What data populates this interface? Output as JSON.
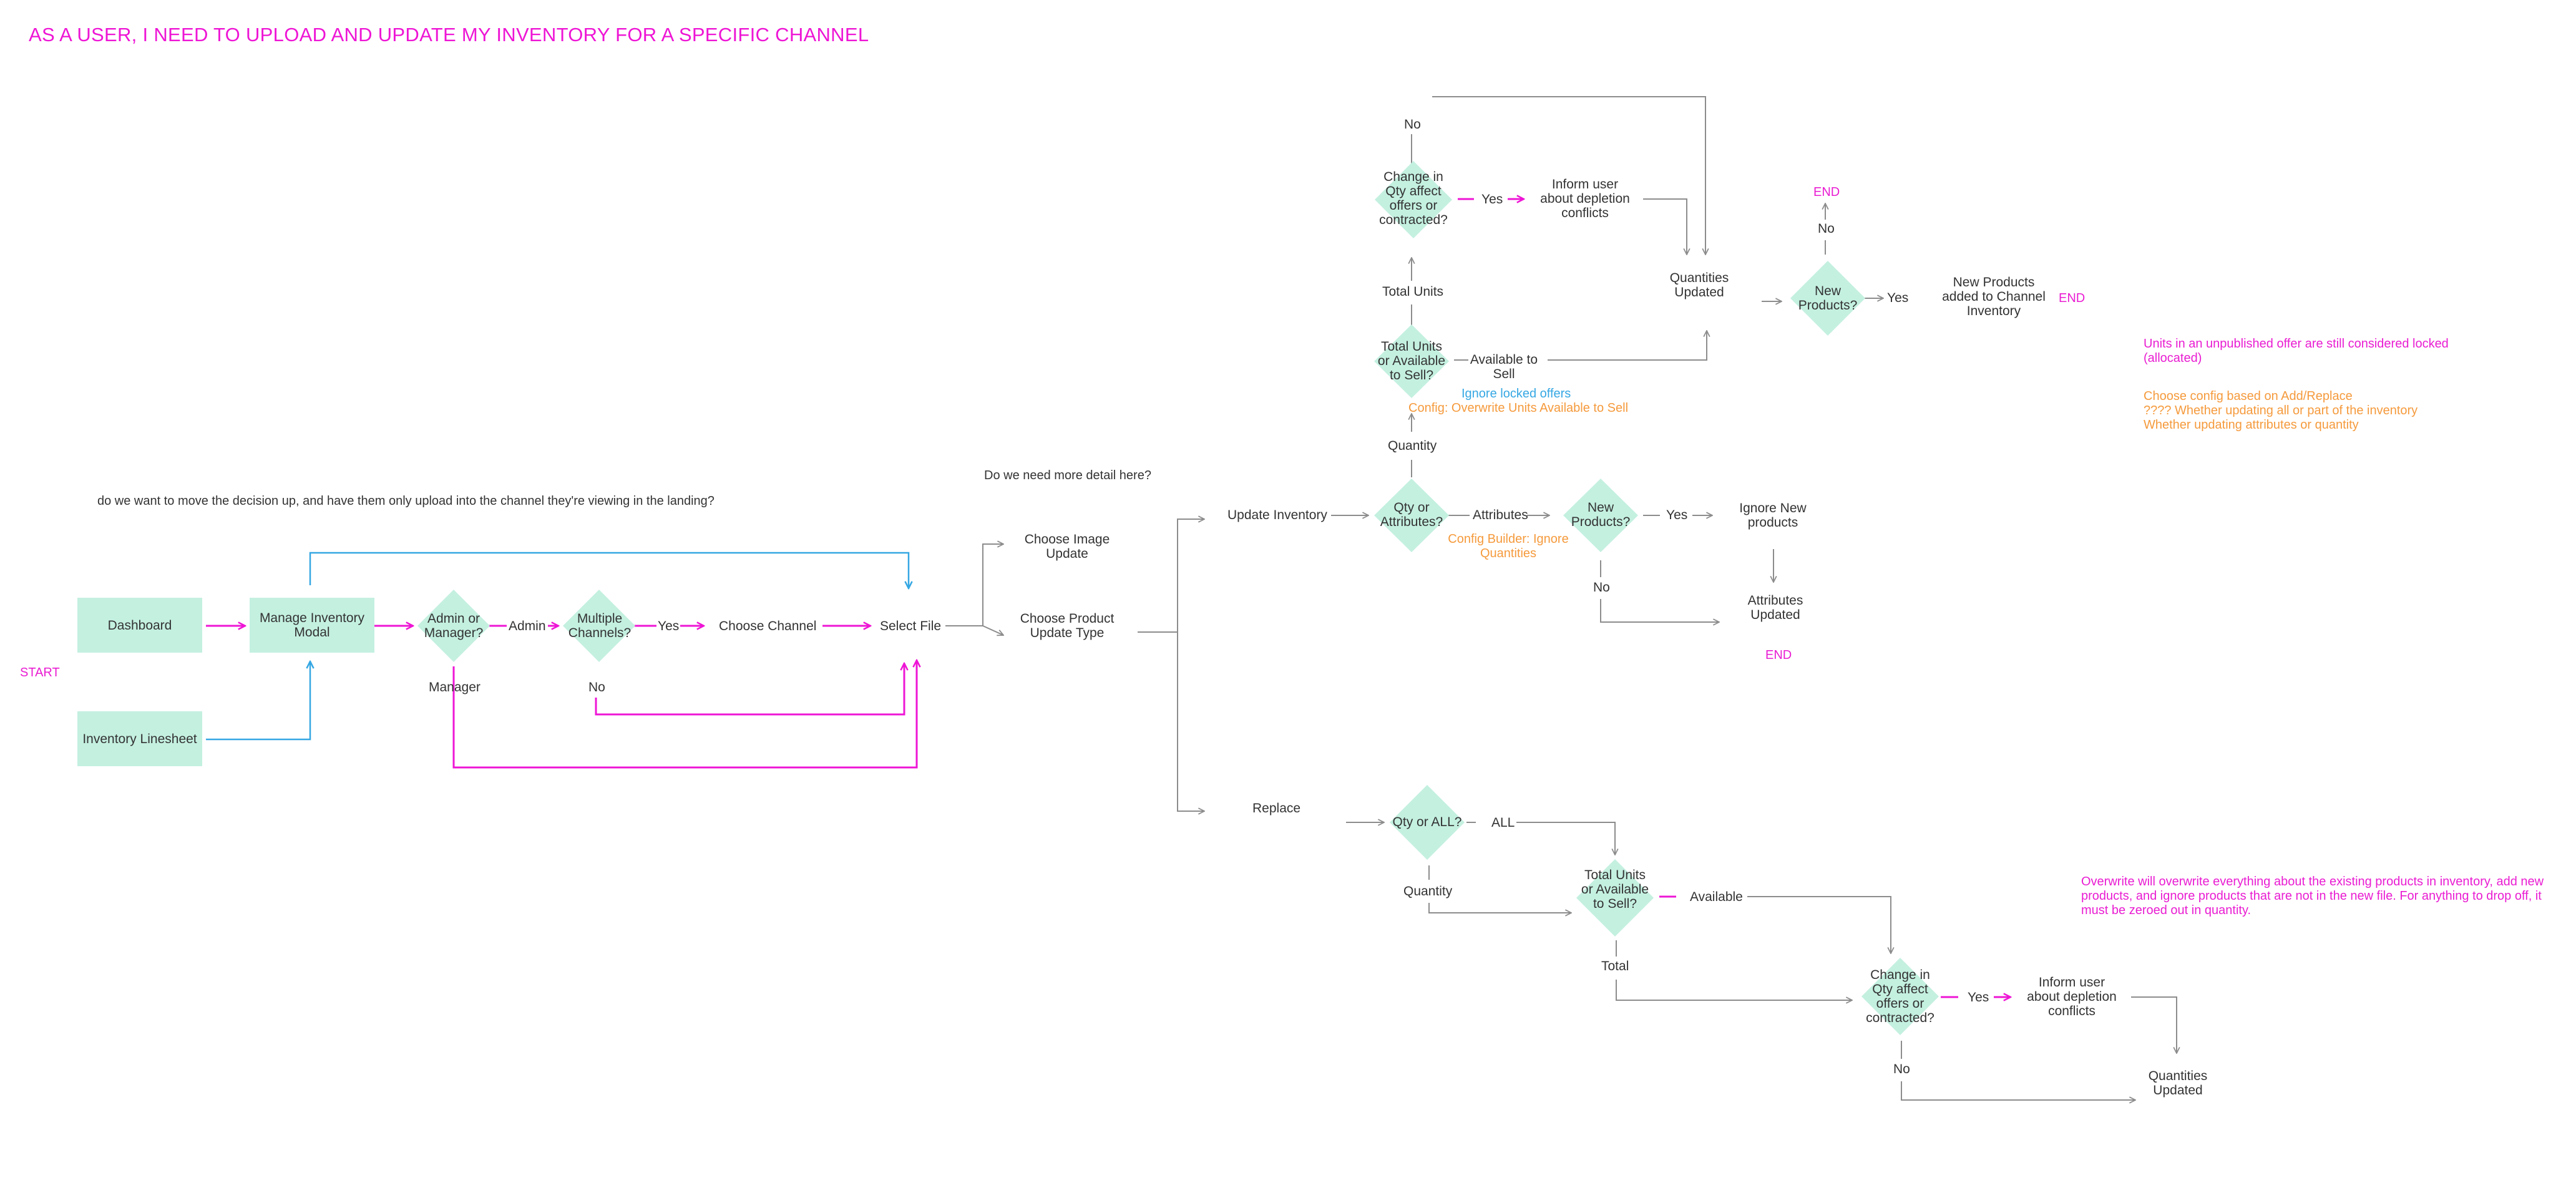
{
  "title": "AS A USER, I NEED TO UPLOAD AND UPDATE MY INVENTORY FOR A SPECIFIC CHANNEL",
  "colors": {
    "magenta": "#ee15d5",
    "blue": "#35a7e3",
    "orange": "#f59a3c",
    "grey_line": "#8c8c8c",
    "node_fill": "#c4f0e0",
    "text": "#333333"
  },
  "notes": {
    "decision_question": "do we want to move the decision up, and have them only upload into the channel they're viewing in the landing?",
    "detail_question": "Do we need more detail here?"
  },
  "start_label": "START",
  "nodes": {
    "dashboard": "Dashboard",
    "inventory_linesheet": "Inventory Linesheet",
    "manage_inventory_modal": "Manage Inventory Modal",
    "admin_or_manager": "Admin or Manager?",
    "multiple_channels": "Multiple Channels?",
    "choose_channel": "Choose Channel",
    "select_file": "Select File",
    "choose_image_update": "Choose Image Update",
    "choose_product_update_type": "Choose Product Update Type",
    "update_inventory": "Update Inventory",
    "replace": "Replace",
    "qty_or_attributes": "Qty or Attributes?",
    "new_products_attr": "New Products?",
    "ignore_new_products": "Ignore New products",
    "attributes_updated": "Attributes Updated",
    "total_or_available_top": "Total Units or Available to Sell?",
    "change_qty_top": "Change in Qty affect offers or contracted?",
    "inform_user_top": "Inform user about depletion conflicts",
    "quantities_updated_top": "Quantities Updated",
    "new_products_top": "New Products?",
    "new_products_added": "New Products added to Channel Inventory",
    "qty_or_all": "Qty or ALL?",
    "total_or_available_bottom": "Total Units or Available to Sell?",
    "change_qty_bottom": "Change in Qty affect offers or contracted?",
    "inform_user_bottom": "Inform user about depletion conflicts",
    "quantities_updated_bottom": "Quantities Updated"
  },
  "edge_labels": {
    "admin": "Admin",
    "manager": "Manager",
    "yes_channels": "Yes",
    "no_channels": "No",
    "quantity": "Quantity",
    "attributes": "Attributes",
    "yes_new_attr": "Yes",
    "no_new_attr": "No",
    "total_units": "Total Units",
    "available_to_sell": "Available to Sell",
    "yes_change_top": "Yes",
    "no_change_top": "No",
    "yes_new_top": "Yes",
    "no_new_top": "No",
    "all": "ALL",
    "quantity_replace": "Quantity",
    "available": "Available",
    "total": "Total",
    "yes_change_bottom": "Yes",
    "no_change_bottom": "No"
  },
  "annotations": {
    "ignore_locked_offers": "Ignore locked offers",
    "config_overwrite": "Config: Overwrite Units Available to Sell",
    "config_builder_ignore": "Config Builder: Ignore Quantities",
    "end_attributes": "END",
    "end_top": "END",
    "end_new_products": "END",
    "units_unpublished": "Units in an unpublished offer are still considered locked (allocated)",
    "choose_config": "Choose config based on Add/Replace",
    "whether_updating_all": "???? Whether updating all or part of the inventory",
    "whether_updating_attrs": "Whether updating attributes or quantity",
    "overwrite_note": "Overwrite will overwrite everything about the existing products in inventory, add new products, and ignore products that are not in the new file. For anything to drop off, it must be zeroed out in quantity."
  }
}
